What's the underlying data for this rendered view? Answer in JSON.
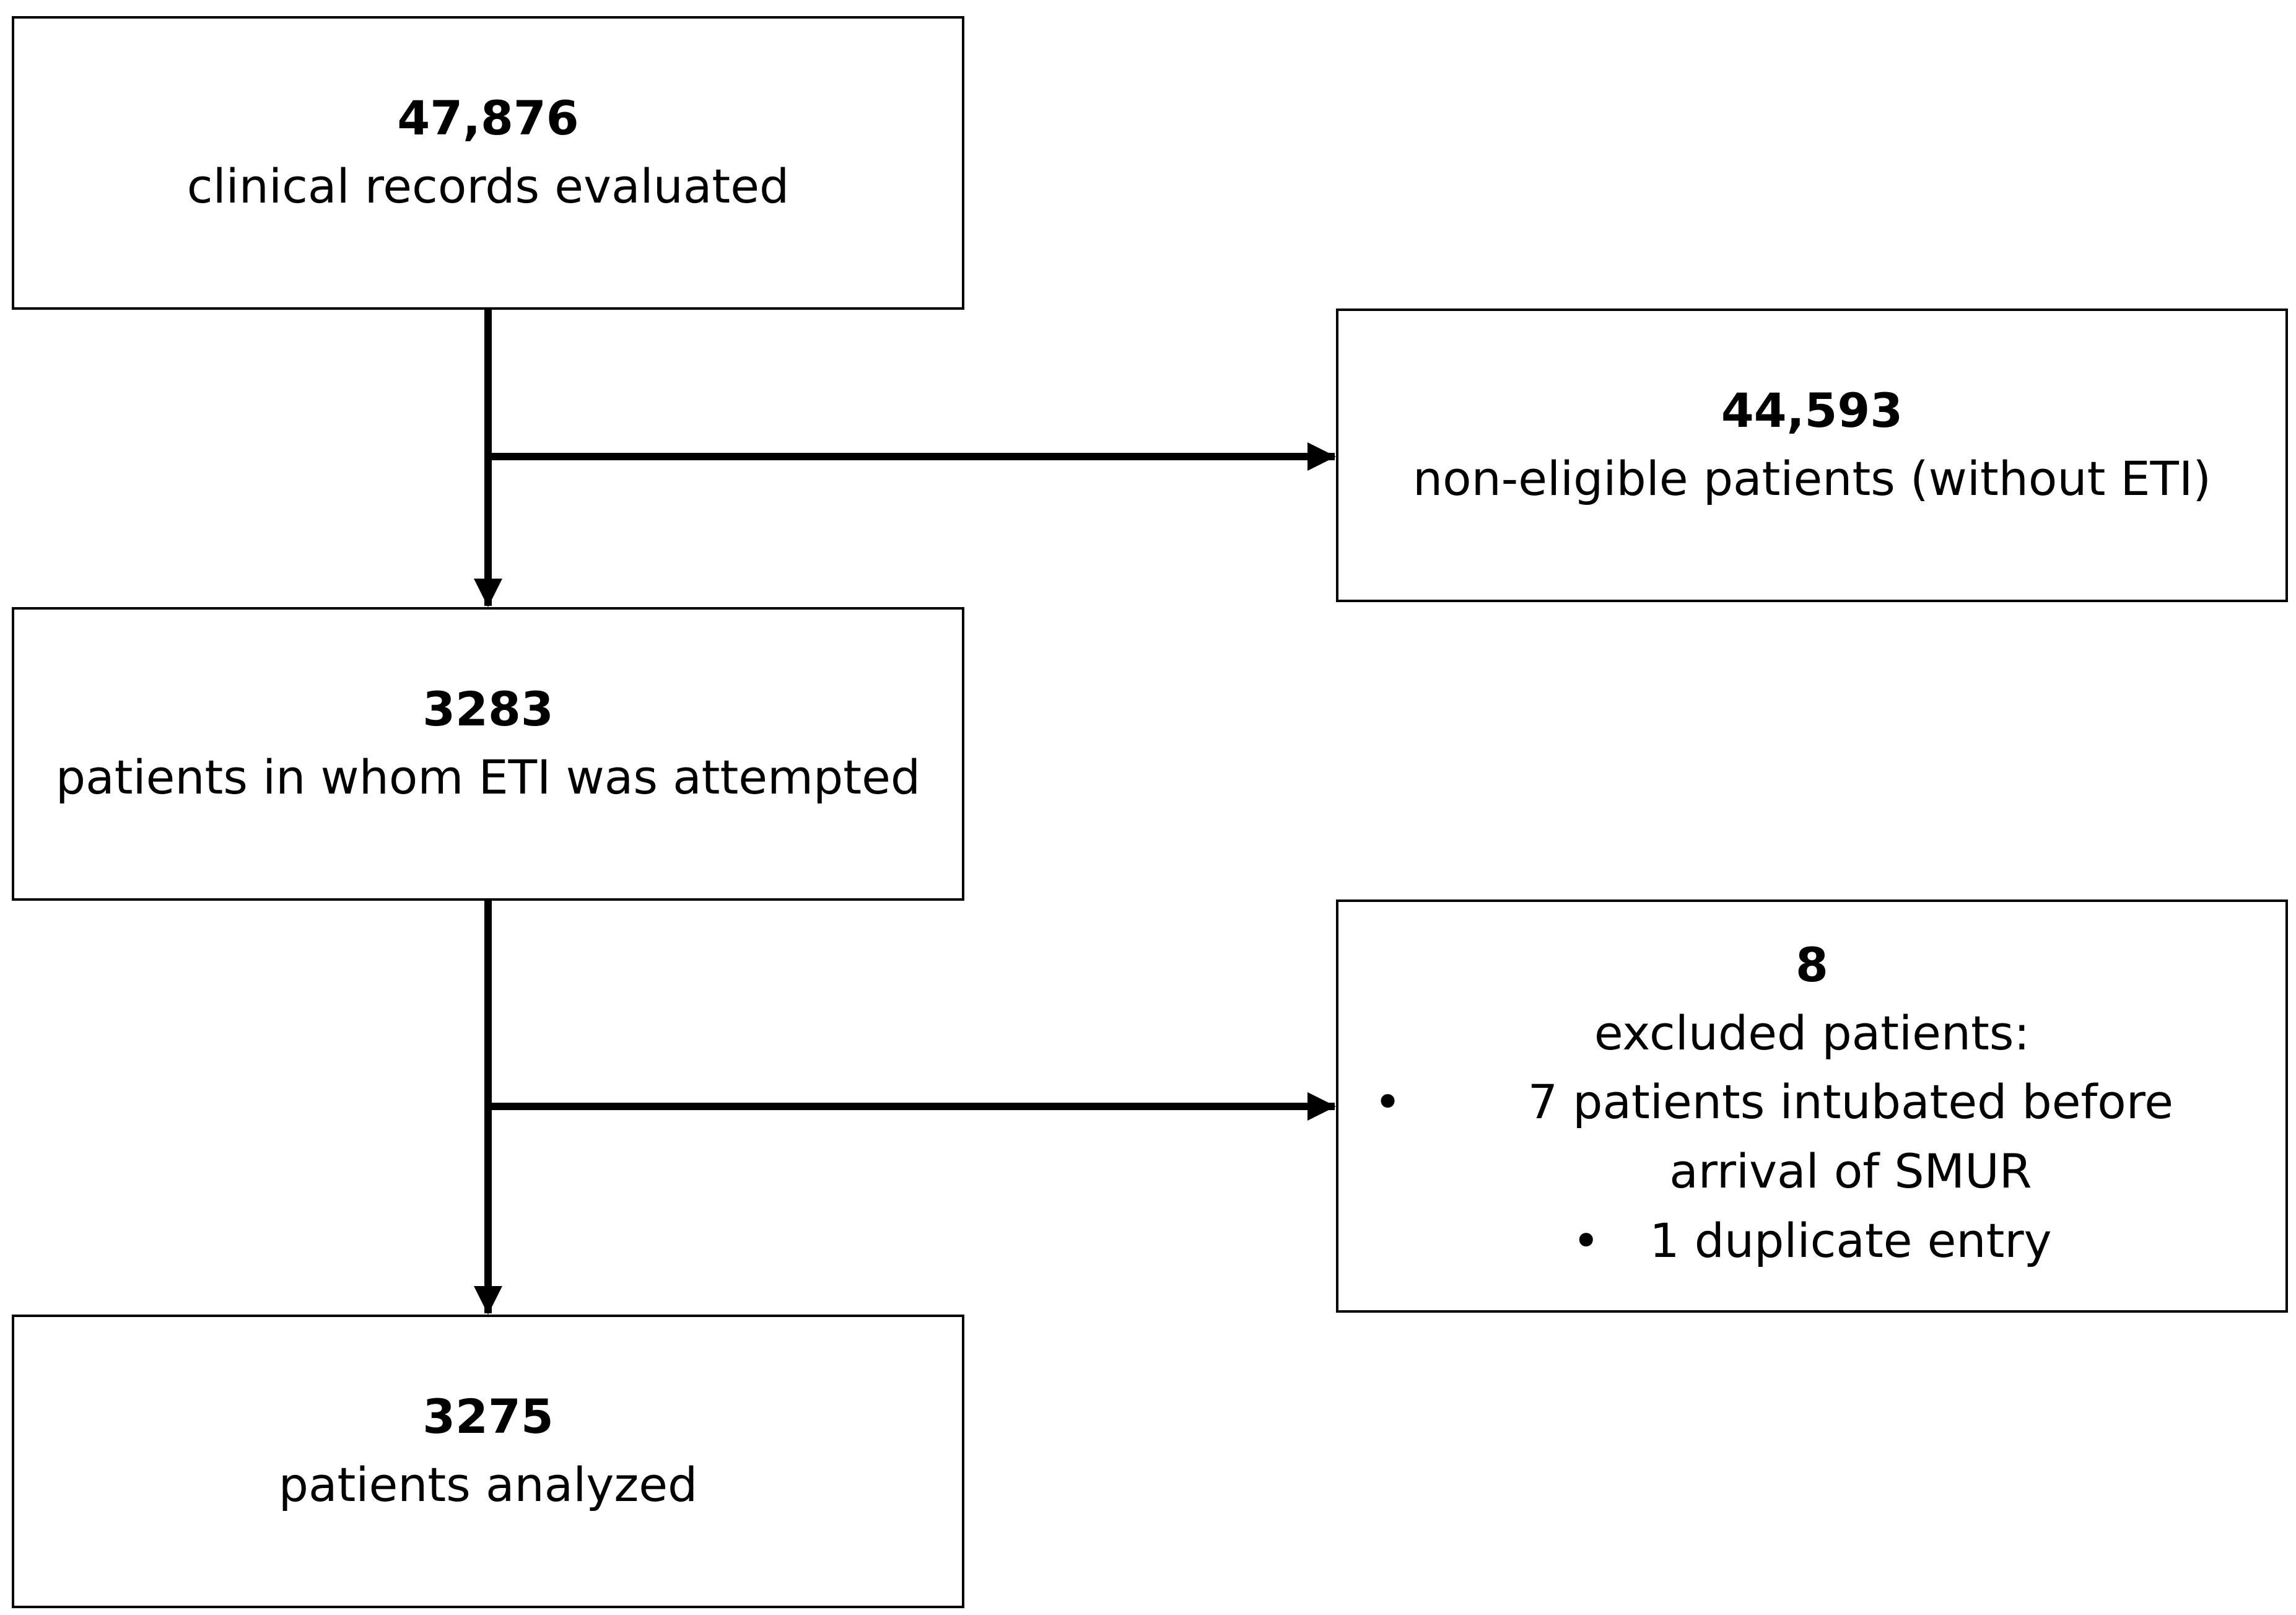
{
  "flowchart": {
    "records_box": {
      "count": "47,876",
      "label": "clinical records evaluated"
    },
    "non_eligible_box": {
      "count": "44,593",
      "label": "non-eligible patients (without ETI)"
    },
    "attempted_box": {
      "count": "3283",
      "label": "patients in whom ETI was attempted"
    },
    "excluded_box": {
      "count": "8",
      "label": "excluded patients:",
      "reasons": [
        "7 patients intubated before arrival of SMUR",
        "1 duplicate entry"
      ],
      "bullet": "•"
    },
    "analyzed_box": {
      "count": "3275",
      "label": "patients analyzed"
    }
  }
}
